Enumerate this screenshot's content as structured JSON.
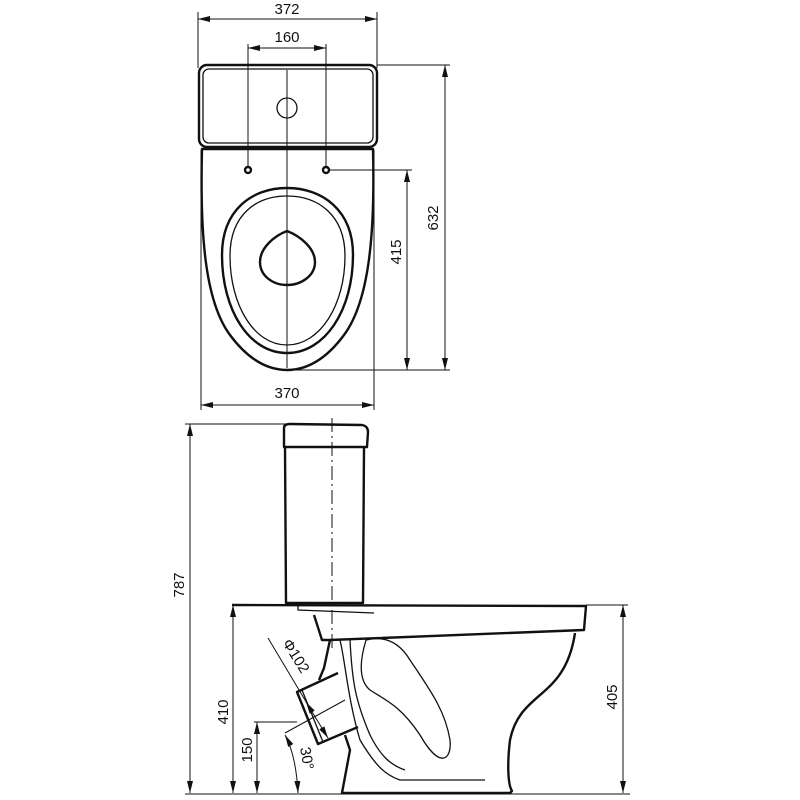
{
  "drawing": {
    "top_view": {
      "dimensions": {
        "overall_width_tank": "372",
        "bolt_spacing": "160",
        "overall_depth": "632",
        "bolt_to_front": "415",
        "bowl_width": "370"
      }
    },
    "side_view": {
      "dimensions": {
        "overall_height": "787",
        "outlet_top_height": "410",
        "seat_height": "405",
        "outlet_center_height": "150",
        "outlet_diameter": "Φ102",
        "outlet_angle": "30°"
      }
    }
  }
}
